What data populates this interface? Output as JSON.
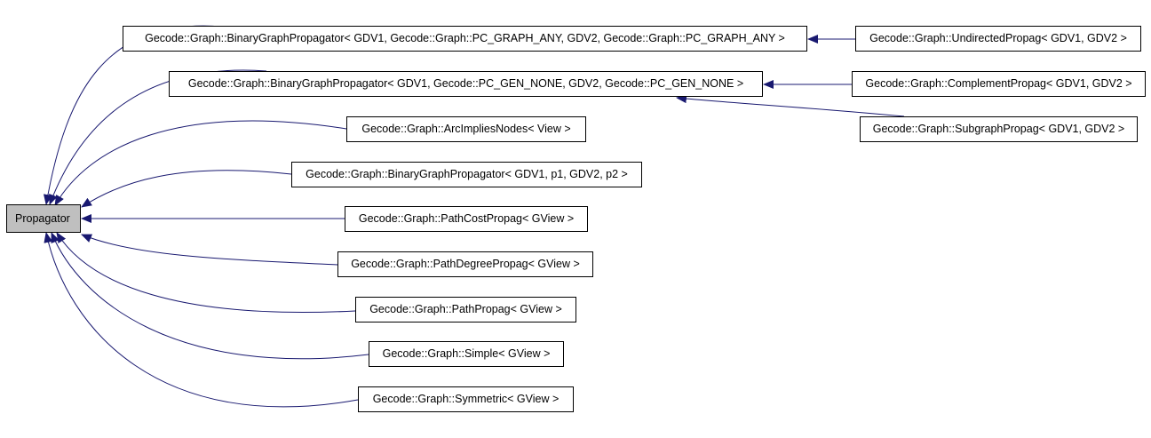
{
  "colors": {
    "edge": "#191970",
    "root_fill": "#bfbfbf",
    "node_border": "#000000"
  },
  "nodes": {
    "propagator": "Propagator",
    "bgp_any": "Gecode::Graph::BinaryGraphPropagator< GDV1, Gecode::Graph::PC_GRAPH_ANY, GDV2, Gecode::Graph::PC_GRAPH_ANY >",
    "bgp_none": "Gecode::Graph::BinaryGraphPropagator< GDV1, Gecode::PC_GEN_NONE, GDV2, Gecode::PC_GEN_NONE >",
    "arc_implies": "Gecode::Graph::ArcImpliesNodes< View >",
    "bgp_generic": "Gecode::Graph::BinaryGraphPropagator< GDV1, p1, GDV2, p2 >",
    "path_cost": "Gecode::Graph::PathCostPropag< GView >",
    "path_degree": "Gecode::Graph::PathDegreePropag< GView >",
    "path": "Gecode::Graph::PathPropag< GView >",
    "simple": "Gecode::Graph::Simple< GView >",
    "symmetric": "Gecode::Graph::Symmetric< GView >",
    "undirected": "Gecode::Graph::UndirectedPropag< GDV1, GDV2 >",
    "complement": "Gecode::Graph::ComplementPropag< GDV1, GDV2 >",
    "subgraph": "Gecode::Graph::SubgraphPropag< GDV1, GDV2 >"
  }
}
